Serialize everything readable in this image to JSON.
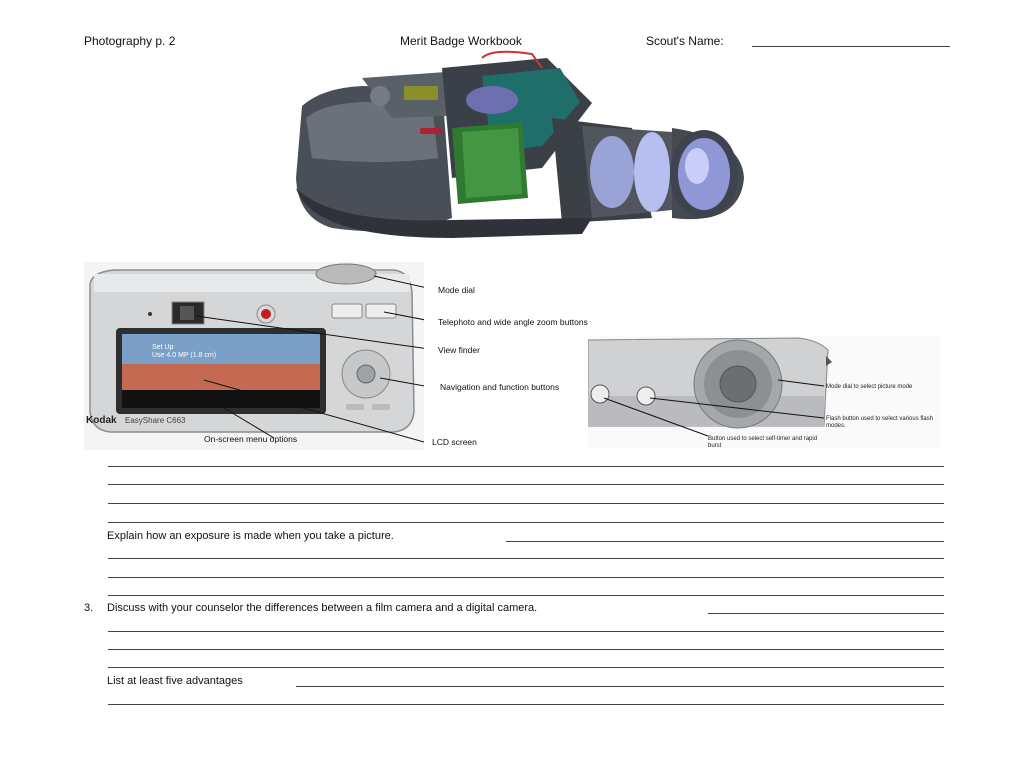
{
  "header": {
    "left": "Photography p. 2",
    "center": "Merit Badge Workbook",
    "right": "Scout's Name:"
  },
  "camera_front": {
    "brand": "Kodak",
    "model": "EasyShare C663",
    "screen_text": [
      "Set Up",
      "Use 4.0 MP (1.8 cm)"
    ]
  },
  "front_labels": {
    "mode_dial": "Mode dial",
    "zoom": "Telephoto and wide angle zoom buttons",
    "viewfinder": "View finder",
    "nav": "Navigation and function buttons",
    "menu": "On-screen menu options",
    "lcd": "LCD screen"
  },
  "top_labels": {
    "mode": "Mode dial to select picture mode",
    "flash": "Flash button used to select various flash modes.",
    "timer": "Button used to select self-timer and rapid burst"
  },
  "questions": {
    "exposure": "Explain how an exposure is made when you take a picture.",
    "q3_number": "3.",
    "q3_text": "Discuss with your counselor the differences between a film camera and a digital camera.",
    "advantages": "List at least five advantages"
  }
}
